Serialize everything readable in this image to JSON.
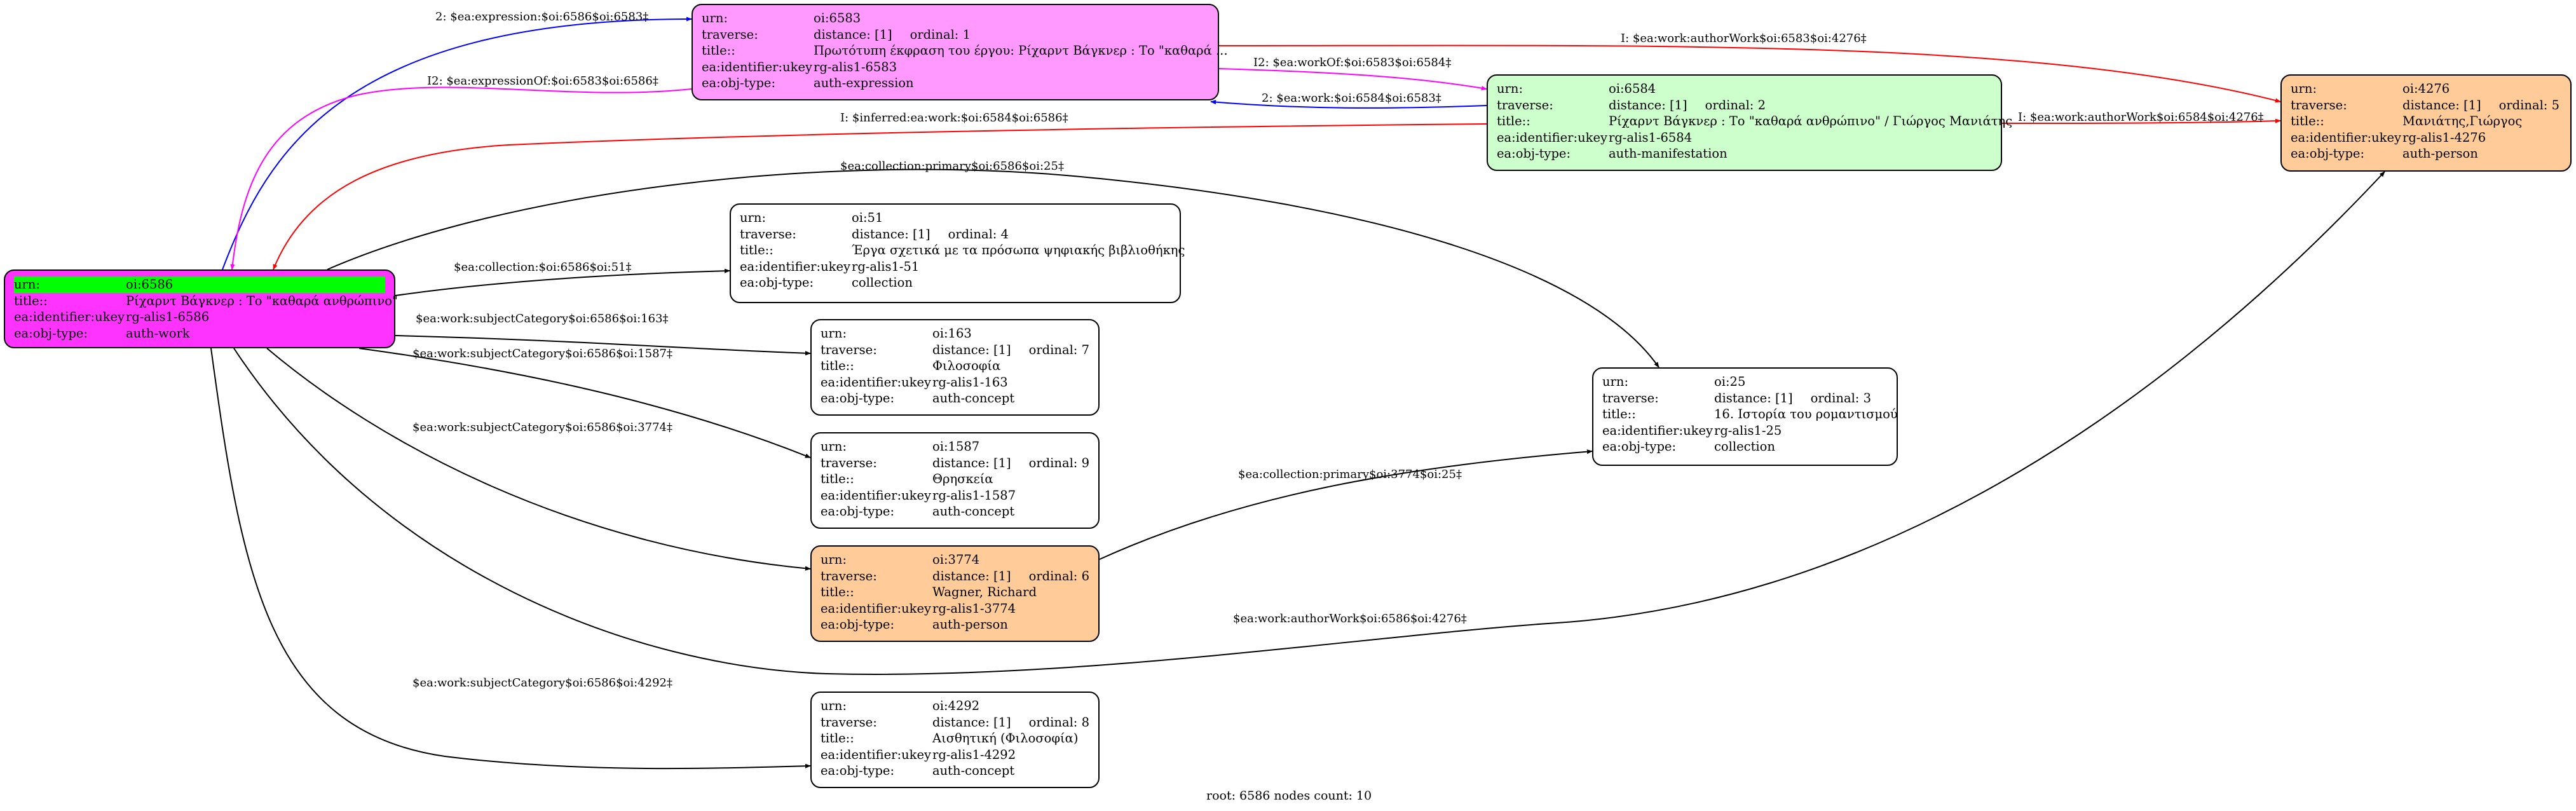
{
  "colors": {
    "expression": "#ff99ff",
    "manifestation": "#ccffcc",
    "person": "#ffcc99",
    "work": "#ff33ff",
    "plain": "#ffffff",
    "highlight": "#00ff00",
    "edge_black": "#000000",
    "edge_blue": "#0000ff",
    "edge_magenta": "#ff00ff",
    "edge_red": "#ff0000"
  },
  "nodes": {
    "n6586": {
      "urn_key": "urn:",
      "urn": "oi:6586",
      "title_key": "title::",
      "title": "Ρίχαρντ Βάγκνερ : Το \"καθαρά ανθρώπινο\"",
      "ukey_key": "ea:identifier:ukey",
      "ukey": "rg-alis1-6586",
      "type_key": "ea:obj-type:",
      "type": "auth-work"
    },
    "n6583": {
      "urn_key": "urn:",
      "urn": "oi:6583",
      "trav_key": "traverse:",
      "dist": "distance: [1]",
      "ord": "ordinal: 1",
      "title_key": "title::",
      "title": "Πρωτότυπη έκφραση του έργου: Ρίχαρντ Βάγκνερ : Το \"καθαρά ...",
      "ukey_key": "ea:identifier:ukey",
      "ukey": "rg-alis1-6583",
      "type_key": "ea:obj-type:",
      "type": "auth-expression"
    },
    "n6584": {
      "urn_key": "urn:",
      "urn": "oi:6584",
      "trav_key": "traverse:",
      "dist": "distance: [1]",
      "ord": "ordinal: 2",
      "title_key": "title::",
      "title": "Ρίχαρντ Βάγκνερ : Το \"καθαρά ανθρώπινο\" / Γιώργος Μανιάτης",
      "ukey_key": "ea:identifier:ukey",
      "ukey": "rg-alis1-6584",
      "type_key": "ea:obj-type:",
      "type": "auth-manifestation"
    },
    "n4276": {
      "urn_key": "urn:",
      "urn": "oi:4276",
      "trav_key": "traverse:",
      "dist": "distance: [1]",
      "ord": "ordinal: 5",
      "title_key": "title::",
      "title": "Μανιάτης,Γιώργος",
      "ukey_key": "ea:identifier:ukey",
      "ukey": "rg-alis1-4276",
      "type_key": "ea:obj-type:",
      "type": "auth-person"
    },
    "n51": {
      "urn_key": "urn:",
      "urn": "oi:51",
      "trav_key": "traverse:",
      "dist": "distance: [1]",
      "ord": "ordinal: 4",
      "title_key": "title::",
      "title": "Έργα σχετικά με τα πρόσωπα ψηφιακής βιβλιοθήκης",
      "ukey_key": "ea:identifier:ukey",
      "ukey": "rg-alis1-51",
      "type_key": "ea:obj-type:",
      "type": "collection"
    },
    "n163": {
      "urn_key": "urn:",
      "urn": "oi:163",
      "trav_key": "traverse:",
      "dist": "distance: [1]",
      "ord": "ordinal: 7",
      "title_key": "title::",
      "title": "Φιλοσοφία",
      "ukey_key": "ea:identifier:ukey",
      "ukey": "rg-alis1-163",
      "type_key": "ea:obj-type:",
      "type": "auth-concept"
    },
    "n1587": {
      "urn_key": "urn:",
      "urn": "oi:1587",
      "trav_key": "traverse:",
      "dist": "distance: [1]",
      "ord": "ordinal: 9",
      "title_key": "title::",
      "title": "Θρησκεία",
      "ukey_key": "ea:identifier:ukey",
      "ukey": "rg-alis1-1587",
      "type_key": "ea:obj-type:",
      "type": "auth-concept"
    },
    "n3774": {
      "urn_key": "urn:",
      "urn": "oi:3774",
      "trav_key": "traverse:",
      "dist": "distance: [1]",
      "ord": "ordinal: 6",
      "title_key": "title::",
      "title": "Wagner, Richard",
      "ukey_key": "ea:identifier:ukey",
      "ukey": "rg-alis1-3774",
      "type_key": "ea:obj-type:",
      "type": "auth-person"
    },
    "n4292": {
      "urn_key": "urn:",
      "urn": "oi:4292",
      "trav_key": "traverse:",
      "dist": "distance: [1]",
      "ord": "ordinal: 8",
      "title_key": "title::",
      "title": "Αισθητική (Φιλοσοφία)",
      "ukey_key": "ea:identifier:ukey",
      "ukey": "rg-alis1-4292",
      "type_key": "ea:obj-type:",
      "type": "auth-concept"
    },
    "n25": {
      "urn_key": "urn:",
      "urn": "oi:25",
      "trav_key": "traverse:",
      "dist": "distance: [1]",
      "ord": "ordinal: 3",
      "title_key": "title::",
      "title": "16. Ιστορία του ρομαντισμού",
      "ukey_key": "ea:identifier:ukey",
      "ukey": "rg-alis1-25",
      "type_key": "ea:obj-type:",
      "type": "collection"
    }
  },
  "edges": [
    {
      "label": "2: $ea:expression:$oi:6586$oi:6583‡",
      "color": "blue"
    },
    {
      "label": "I2: $ea:expressionOf:$oi:6583$oi:6586‡",
      "color": "magenta"
    },
    {
      "label": "I: $ea:work:authorWork$oi:6583$oi:4276‡",
      "color": "red"
    },
    {
      "label": "I2: $ea:workOf:$oi:6583$oi:6584‡",
      "color": "magenta"
    },
    {
      "label": "2: $ea:work:$oi:6584$oi:6583‡",
      "color": "blue"
    },
    {
      "label": "I: $ea:work:authorWork$oi:6584$oi:4276‡",
      "color": "red"
    },
    {
      "label": "I: $inferred:ea:work:$oi:6584$oi:6586‡",
      "color": "red"
    },
    {
      "label": "$ea:collection:primary$oi:6586$oi:25‡",
      "color": "black"
    },
    {
      "label": "$ea:collection:$oi:6586$oi:51‡",
      "color": "black"
    },
    {
      "label": "$ea:work:subjectCategory$oi:6586$oi:163‡",
      "color": "black"
    },
    {
      "label": "$ea:work:subjectCategory$oi:6586$oi:1587‡",
      "color": "black"
    },
    {
      "label": "$ea:work:subjectCategory$oi:6586$oi:3774‡",
      "color": "black"
    },
    {
      "label": "$ea:collection:primary$oi:3774$oi:25‡",
      "color": "black"
    },
    {
      "label": "$ea:work:authorWork$oi:6586$oi:4276‡",
      "color": "black"
    },
    {
      "label": "$ea:work:subjectCategory$oi:6586$oi:4292‡",
      "color": "black"
    }
  ],
  "footer": "root: 6586 nodes count: 10"
}
